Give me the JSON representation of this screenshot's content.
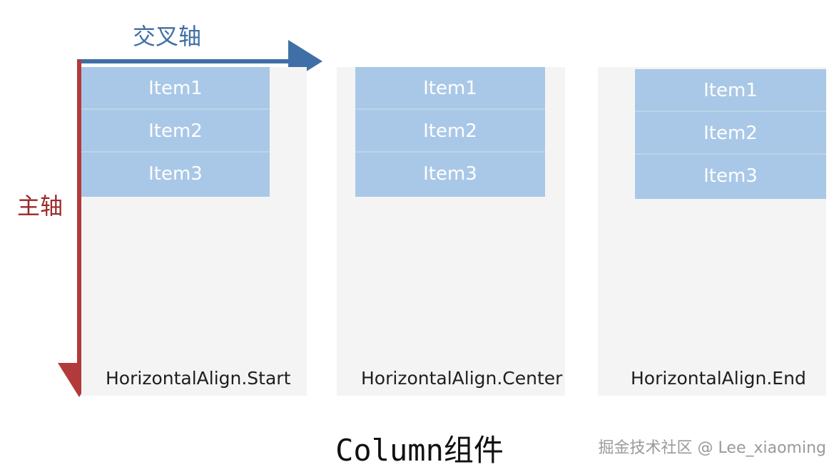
{
  "cross_axis_label": "交叉轴",
  "main_axis_label": "主轴",
  "panels": [
    {
      "items": [
        "Item1",
        "Item2",
        "Item3"
      ],
      "caption": "HorizontalAlign.Start"
    },
    {
      "items": [
        "Item1",
        "Item2",
        "Item3"
      ],
      "caption": "HorizontalAlign.Center"
    },
    {
      "items": [
        "Item1",
        "Item2",
        "Item3"
      ],
      "caption": "HorizontalAlign.End"
    }
  ],
  "title": "Column组件",
  "watermark": "掘金技术社区 @ Lee_xiaoming",
  "colors": {
    "item_fill": "#a9c8e7",
    "cross_axis": "#3f6fa6",
    "main_axis": "#b23a3a",
    "panel_bg": "#f4f4f4"
  }
}
